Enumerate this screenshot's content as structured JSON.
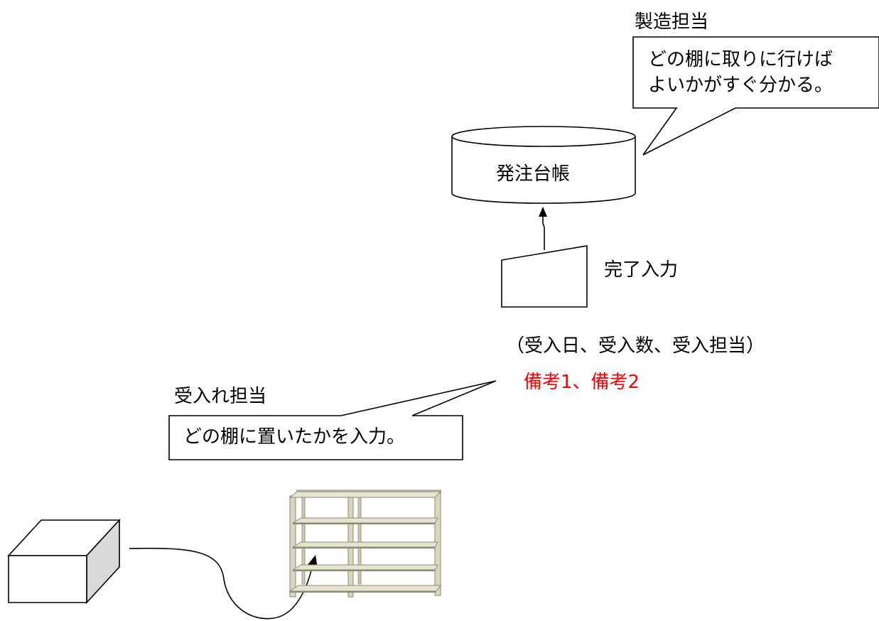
{
  "manufacturing": {
    "role_label": "製造担当",
    "callout_lines": [
      "どの棚に取りに行けば",
      "よいかがすぐ分かる。"
    ]
  },
  "ledger": {
    "label": "発注台帳"
  },
  "completion_input": {
    "label": "完了入力",
    "fields": "（受入日、受入数、受入担当）",
    "new_fields": "備考1、備考2"
  },
  "receiving": {
    "role_label": "受入れ担当",
    "callout": "どの棚に置いたかを入力。"
  },
  "colors": {
    "highlight": "#ff0000",
    "stroke": "#000000",
    "box_side": "#d9d9d9"
  }
}
